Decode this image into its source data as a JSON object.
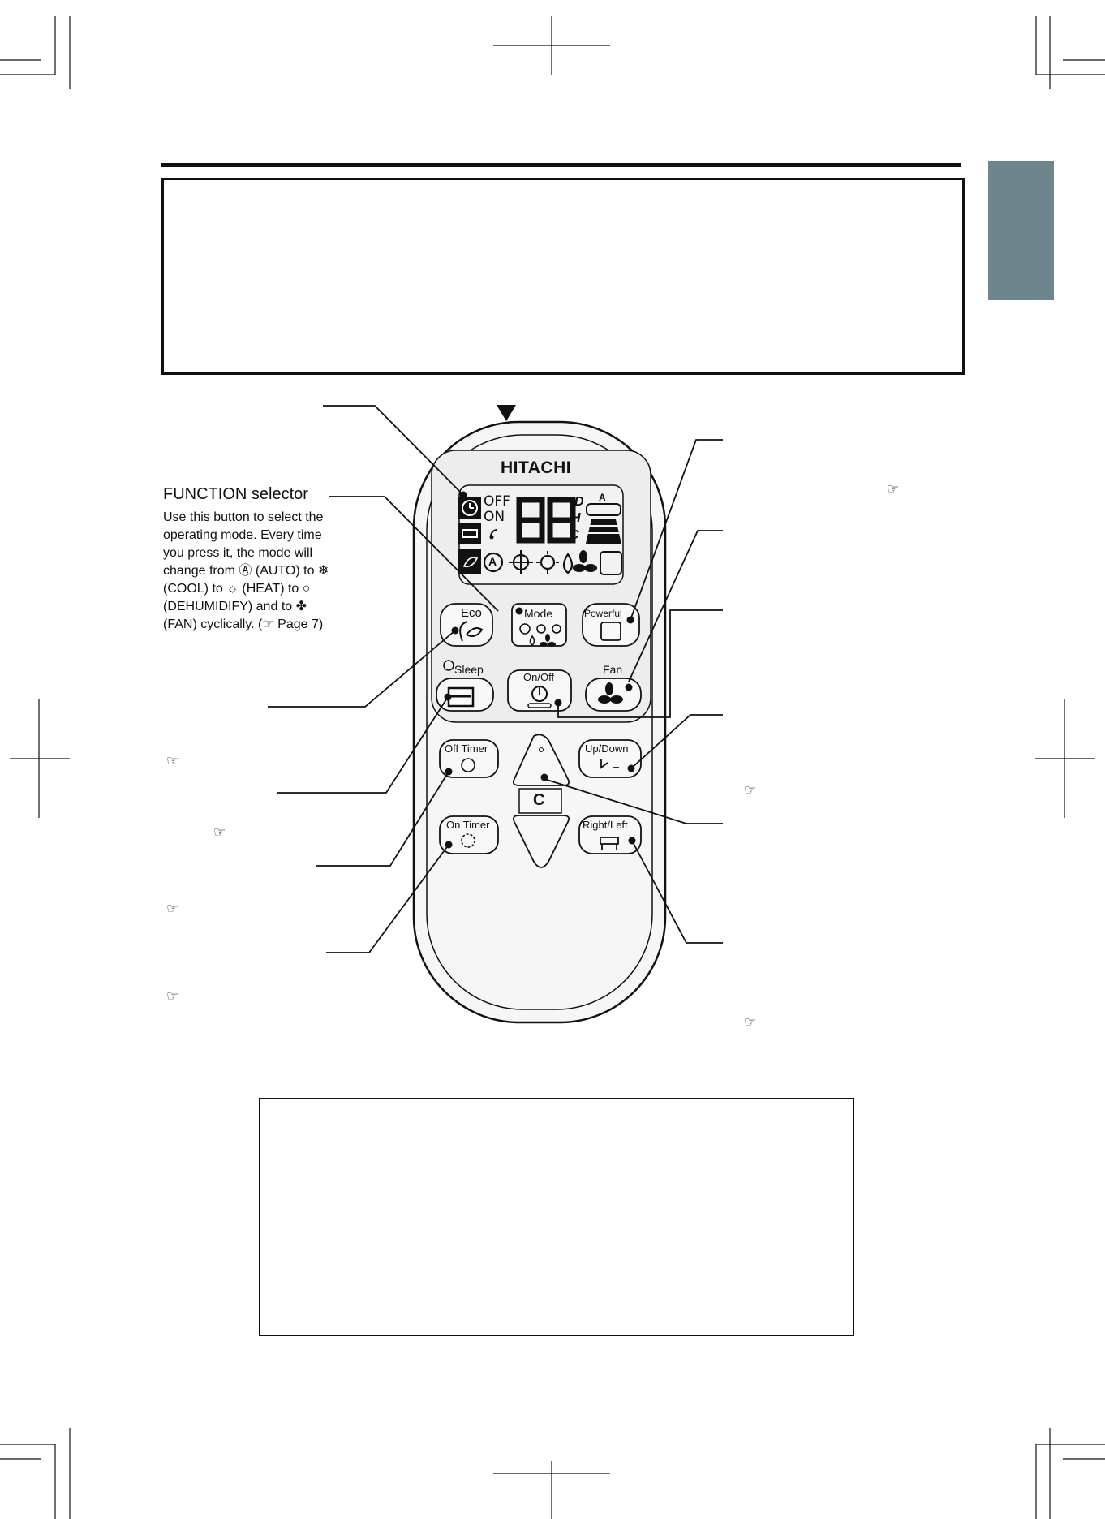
{
  "brand": "HITACHI",
  "display": {
    "off_text": "OFF",
    "on_text": "ON",
    "digits": "88",
    "unit_d": "D",
    "unit_h": "H",
    "unit_c": "C",
    "auto_letter": "A",
    "fan_flap_letter": "A"
  },
  "buttons": {
    "eco": "Eco",
    "mode": "Mode",
    "powerful": "Powerful",
    "sleep": "Sleep",
    "on_off": "On/Off",
    "fan": "Fan",
    "off_timer": "Off Timer",
    "on_timer": "On Timer",
    "up_down": "Up/Down",
    "right_left": "Right/Left",
    "temp_symbol": "C"
  },
  "function_selector": {
    "title": "FUNCTION selector",
    "line1": "Use this button to select the",
    "line2": "operating mode. Every time",
    "line3": "you press it, the mode will",
    "line4a": "change from",
    "auto": "(AUTO) to",
    "cool": "(COOL) to",
    "heat": "(HEAT)",
    "to": "to",
    "dehumidify": "(DEHUMIDIFY) and",
    "to2": "to",
    "fan": "(FAN)  cyclically.  (",
    "page_ref": "Page 7)"
  },
  "icons": {
    "ref": "pointing-hand-icon",
    "hand_glyph": "☞"
  },
  "colors": {
    "side_tab": "#6e858e",
    "ink": "#111111",
    "lcd_bg": "#f0f0f0",
    "remote_bg": "#f4f4f4"
  }
}
